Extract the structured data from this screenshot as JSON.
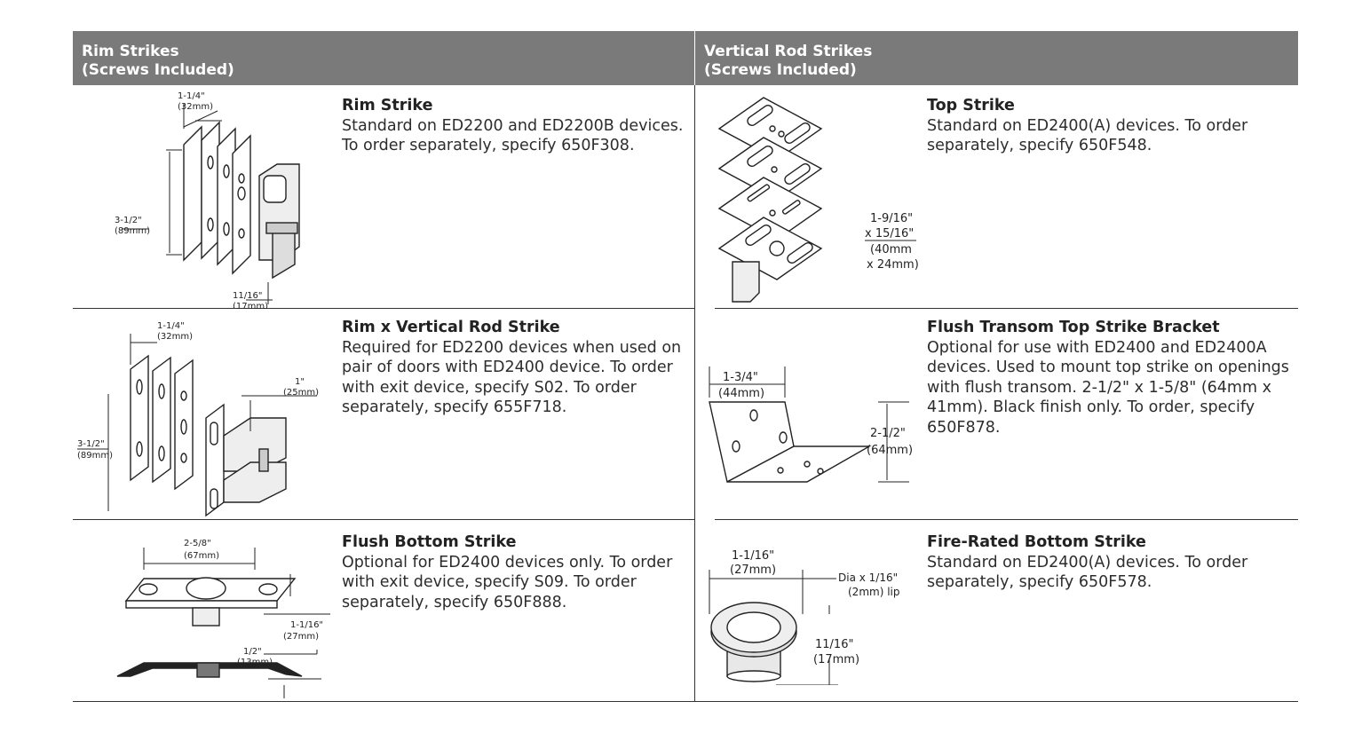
{
  "headers": {
    "left": [
      "Rim Strikes",
      "(Screws Included)"
    ],
    "right": [
      "Vertical Rod Strikes",
      "(Screws Included)"
    ]
  },
  "rows": [
    {
      "left": {
        "title": "Rim Strike",
        "desc": "Standard on ED2200 and ED2200B devices. To order separately, specify 650F308.",
        "dims": {
          "a": "1-1/4\"",
          "a_mm": "(32mm)",
          "b": "3-1/2\"",
          "b_mm": "(89mm)",
          "c": "11/16\"",
          "c_mm": "(17mm)"
        }
      },
      "right": {
        "title": "Top Strike",
        "desc": "Standard on ED2400(A) devices. To order separately, specify 650F548.",
        "dims": {
          "l1": "1-9/16\"",
          "l2": "x 15/16\"",
          "l3": "(40mm",
          "l4": "x 24mm)"
        }
      }
    },
    {
      "left": {
        "title": "Rim x Vertical Rod Strike",
        "desc": "Required for ED2200 devices when used on pair of doors with ED2400 device. To order with exit device, specify S02. To order separately, specify 655F718.",
        "dims": {
          "a": "1-1/4\"",
          "a_mm": "(32mm)",
          "b": "3-1/2\"",
          "b_mm": "(89mm)",
          "c": "1\"",
          "c_mm": "(25mm)"
        }
      },
      "right": {
        "title": "Flush Transom Top Strike Bracket",
        "desc": "Optional for use with ED2400 and ED2400A devices. Used to mount top strike on openings with flush transom. 2-1/2\" x 1-5/8\" (64mm x 41mm). Black finish only. To order, specify 650F878.",
        "dims": {
          "a": "1-3/4\"",
          "a_mm": "(44mm)",
          "b": "2-1/2\"",
          "b_mm": "(64mm)"
        }
      }
    },
    {
      "left": {
        "title": "Flush Bottom Strike",
        "desc": "Optional for ED2400 devices only. To order with exit device, specify S09. To order separately, specify 650F888.",
        "dims": {
          "a": "2-5/8\"",
          "a_mm": "(67mm)",
          "b": "1-1/16\"",
          "b_mm": "(27mm)",
          "c": "1/2\"",
          "c_mm": "(13mm)"
        }
      },
      "right": {
        "title": "Fire-Rated Bottom Strike",
        "desc": "Standard on ED2400(A) devices. To order separately, specify 650F578.",
        "dims": {
          "a": "1-1/16\"",
          "a_mm": "(27mm)",
          "lip1": "Dia x 1/16\"",
          "lip2": "(2mm) lip",
          "b": "11/16\"",
          "b_mm": "(17mm)"
        }
      }
    }
  ]
}
